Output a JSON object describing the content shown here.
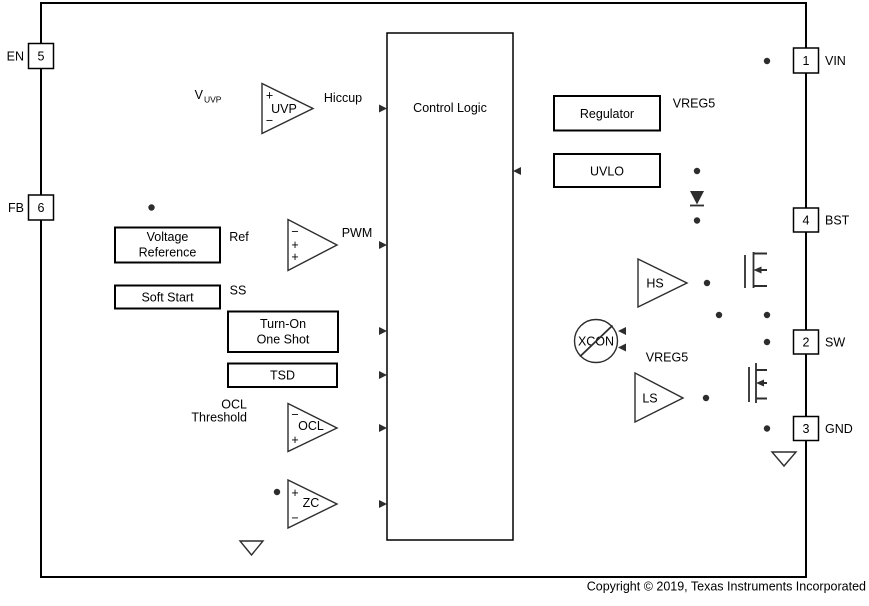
{
  "footer": {
    "copyright": "Copyright © 2019, Texas Instruments Incorporated"
  },
  "control_logic": {
    "label": "Control Logic"
  },
  "pins": {
    "en": {
      "number": "5",
      "name": "EN"
    },
    "fb": {
      "number": "6",
      "name": "FB"
    },
    "vin": {
      "number": "1",
      "name": "VIN"
    },
    "bst": {
      "number": "4",
      "name": "BST"
    },
    "sw": {
      "number": "2",
      "name": "SW"
    },
    "gnd": {
      "number": "3",
      "name": "GND"
    }
  },
  "blocks": {
    "regulator": {
      "label": "Regulator"
    },
    "uvlo": {
      "label": "UVLO"
    },
    "voltage_reference": {
      "line1": "Voltage",
      "line2": "Reference"
    },
    "soft_start": {
      "label": "Soft Start"
    },
    "turn_on_one_shot": {
      "line1": "Turn-On",
      "line2": "One Shot"
    },
    "tsd": {
      "label": "TSD"
    }
  },
  "comparators": {
    "uvp": {
      "label": "UVP",
      "plus": "+",
      "minus": "−"
    },
    "pwm": {
      "minus": "−",
      "plus1": "+",
      "plus2": "+"
    },
    "ocl": {
      "label": "OCL",
      "plus": "+",
      "minus": "−"
    },
    "zc": {
      "label": "ZC",
      "plus": "+",
      "minus": "−"
    }
  },
  "drivers": {
    "hs": {
      "label": "HS"
    },
    "ls": {
      "label": "LS"
    },
    "xcon": {
      "label": "XCON"
    }
  },
  "signals": {
    "vuvp_base": "V",
    "vuvp_sub": "UVP",
    "hiccup": "Hiccup",
    "pwm": "PWM",
    "ref": "Ref",
    "ss": "SS",
    "vreg5_regulator": "VREG5",
    "vreg5_ls": "VREG5",
    "ocl_threshold_line1": "OCL",
    "ocl_threshold_line2": "Threshold"
  },
  "colors": {
    "wire": "#7d7d7d",
    "component": "#2d2d2d",
    "box_border": "#000000",
    "text": "#000000",
    "background": "#ffffff"
  }
}
